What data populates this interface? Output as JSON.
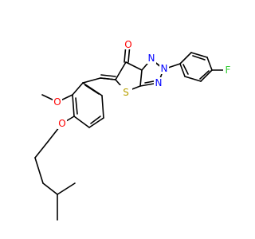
{
  "molecule": {
    "atoms": {
      "O_carbonyl": {
        "symbol": "O",
        "color": "#ff0000"
      },
      "N_a": {
        "symbol": "N",
        "color": "#0000ff"
      },
      "N_b": {
        "symbol": "N",
        "color": "#0000ff"
      },
      "N_c": {
        "symbol": "N",
        "color": "#0000ff"
      },
      "S": {
        "symbol": "S",
        "color": "#b8a000"
      },
      "F": {
        "symbol": "F",
        "color": "#33cc33"
      },
      "O_methoxy": {
        "symbol": "O",
        "color": "#ff0000"
      },
      "O_ether": {
        "symbol": "O",
        "color": "#ff0000"
      }
    }
  }
}
